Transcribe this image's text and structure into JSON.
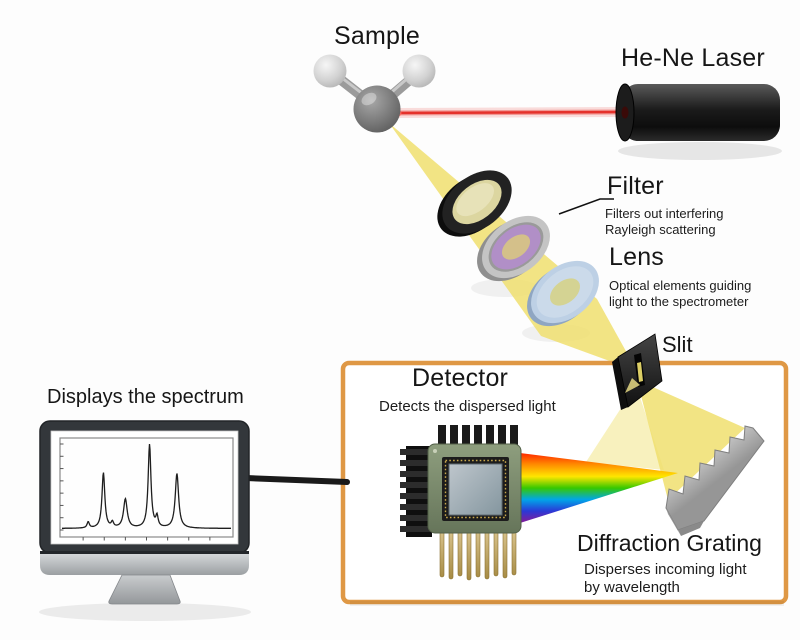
{
  "diagram": {
    "title_labels": {
      "sample": {
        "title": "Sample"
      },
      "laser": {
        "title": "He-Ne Laser"
      },
      "filter": {
        "title": "Filter",
        "desc": "Filters out interfering\nRayleigh scattering"
      },
      "lens": {
        "title": "Lens",
        "desc": "Optical elements guiding\nlight to the spectrometer"
      },
      "slit": {
        "title": "Slit"
      },
      "detector": {
        "title": "Detector",
        "desc": "Detects the dispersed light"
      },
      "grating": {
        "title": "Diffraction Grating",
        "desc": "Disperses incoming light\nby wavelength"
      },
      "monitor": {
        "caption": "Displays the spectrum"
      }
    },
    "colors": {
      "accent_box": "#DF9845",
      "laser_beam": "#E5312B",
      "light_beam": "#F0DF6E",
      "rainbow": [
        "#FF1E00",
        "#FF8A00",
        "#FFE600",
        "#37C800",
        "#00A6E8",
        "#2B39D6",
        "#7A1FA0"
      ]
    },
    "spectrum": {
      "baseline": 0.03,
      "peaks": [
        {
          "c": 0.155,
          "h": 0.07,
          "w": 0.008
        },
        {
          "c": 0.245,
          "h": 0.63,
          "w": 0.01
        },
        {
          "c": 0.298,
          "h": 0.06,
          "w": 0.008
        },
        {
          "c": 0.375,
          "h": 0.33,
          "w": 0.013
        },
        {
          "c": 0.518,
          "h": 0.95,
          "w": 0.01
        },
        {
          "c": 0.562,
          "h": 0.12,
          "w": 0.008
        },
        {
          "c": 0.68,
          "h": 0.62,
          "w": 0.012
        }
      ],
      "x_tick_count": 7,
      "y_tick_count": 8
    }
  }
}
